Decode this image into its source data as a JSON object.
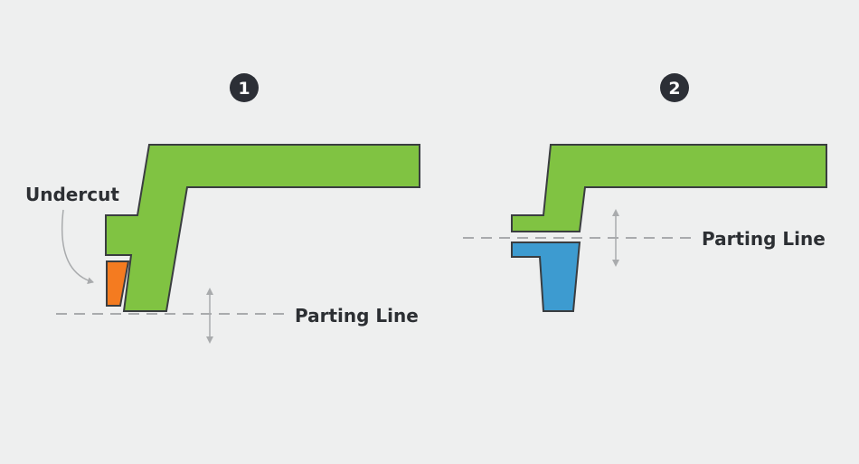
{
  "colors": {
    "background": "#eeefef",
    "part": "#80c342",
    "undercut": "#f47b20",
    "insert": "#3d9bd0",
    "outline": "#3a3d40",
    "badge": "#2c2f36",
    "guide": "#a9abad",
    "text": "#2c2f33"
  },
  "panels": [
    {
      "step": "1",
      "parting_label": "Parting Line",
      "undercut_label": "Undercut"
    },
    {
      "step": "2",
      "parting_label": "Parting Line"
    }
  ]
}
